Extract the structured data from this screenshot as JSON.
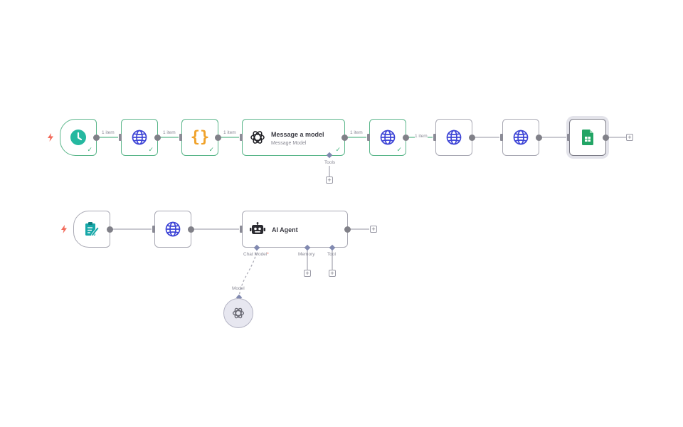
{
  "colors": {
    "success": "#40b27a",
    "globe": "#3d44d6",
    "code": "#f0a22a",
    "schedule": "#25b8a0",
    "sheets": "#22a565",
    "form": "#16a7a8",
    "trigger_bolt": "#f26a5a"
  },
  "workflow1": {
    "trigger_icon": "clock-icon",
    "edge_labels": [
      "1 item",
      "1 item",
      "1 item",
      "1 item",
      "1 item"
    ],
    "message_node": {
      "title": "Message a model",
      "subtitle": "Message Model",
      "icon": "openai-icon"
    },
    "tools_label": "Tools",
    "sheets_icon": "google-sheets-icon",
    "add_symbol": "+"
  },
  "workflow2": {
    "trigger_icon": "form-icon",
    "agent": {
      "title": "AI Agent",
      "icon": "robot-icon"
    },
    "ports": {
      "chat_model": "Chat Model",
      "required_mark": "*",
      "memory": "Memory",
      "tool": "Tool"
    },
    "model_label": "Model",
    "model_icon": "openai-icon",
    "add_symbol": "+"
  }
}
